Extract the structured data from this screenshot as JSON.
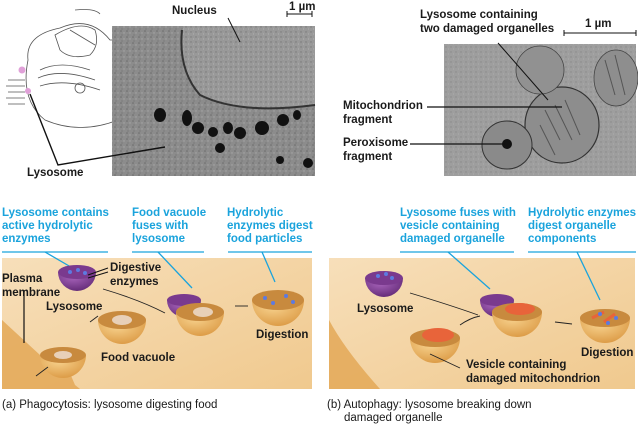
{
  "top_left": {
    "nucleus_label": "Nucleus",
    "scale_bar_label": "1 µm",
    "lysosome_label": "Lysosome"
  },
  "top_right": {
    "lysosome_label_line1": "Lysosome containing",
    "lysosome_label_line2": "two damaged organelles",
    "scale_bar_label": "1 µm",
    "mito_label_line1": "Mitochondrion",
    "mito_label_line2": "fragment",
    "perox_label_line1": "Peroxisome",
    "perox_label_line2": "fragment"
  },
  "panel_a": {
    "callouts": [
      {
        "lines": [
          "Lysosome contains",
          "active hydrolytic",
          "enzymes"
        ]
      },
      {
        "lines": [
          "Food vacuole",
          "fuses with",
          "lysosome"
        ]
      },
      {
        "lines": [
          "Hydrolytic",
          "enzymes digest",
          "food particles"
        ]
      }
    ],
    "plasma_membrane_line1": "Plasma",
    "plasma_membrane_line2": "membrane",
    "digestive_line1": "Digestive",
    "digestive_line2": "enzymes",
    "lysosome": "Lysosome",
    "food_vacuole": "Food vacuole",
    "digestion": "Digestion",
    "caption": "(a) Phagocytosis: lysosome digesting food"
  },
  "panel_b": {
    "callouts": [
      {
        "lines": [
          "Lysosome fuses with",
          "vesicle containing",
          "damaged organelle"
        ]
      },
      {
        "lines": [
          "Hydrolytic enzymes",
          "digest organelle",
          "components"
        ]
      }
    ],
    "lysosome": "Lysosome",
    "vesicle_line1": "Vesicle containing",
    "vesicle_line2": "damaged mitochondrion",
    "digestion": "Digestion",
    "caption_line1": "(b) Autophagy: lysosome breaking down",
    "caption_line2": "damaged organelle"
  },
  "colors": {
    "callout_blue": "#1aa3dc",
    "background_tan": "#f4d3a3",
    "lysosome_purple": "#7a3a8e",
    "vesicle_orange": "#e8b060"
  }
}
